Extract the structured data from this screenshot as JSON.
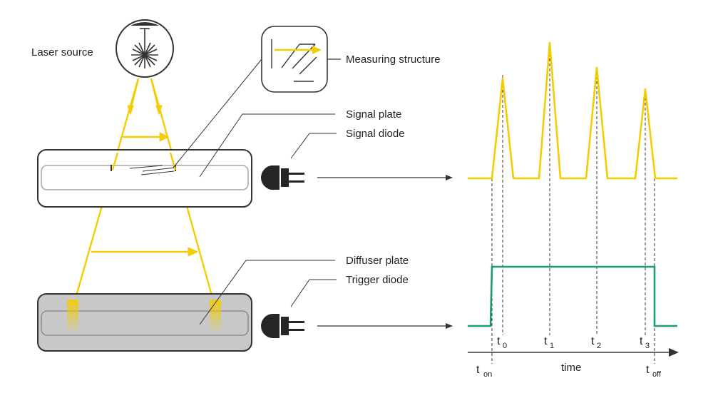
{
  "labels": {
    "laser_source": "Laser source",
    "measuring_structure": "Measuring structure",
    "signal_plate": "Signal plate",
    "signal_diode": "Signal diode",
    "diffuser_plate": "Diffuser plate",
    "trigger_diode": "Trigger diode"
  },
  "timeline": {
    "axis_label": "time",
    "ticks": [
      {
        "base": "t",
        "sub": "on"
      },
      {
        "base": "t",
        "sub": "0"
      },
      {
        "base": "t",
        "sub": "1"
      },
      {
        "base": "t",
        "sub": "2"
      },
      {
        "base": "t",
        "sub": "3"
      },
      {
        "base": "t",
        "sub": "off"
      }
    ]
  },
  "colors": {
    "laser_beam": "#f5cc00",
    "signal_trace": "#f5cc00",
    "trigger_trace": "#1a9a78",
    "diode": "#262626",
    "diffuser_fill": "#c8c8c8",
    "outline": "#333333"
  },
  "icons": [
    "laser-icon",
    "diode-icon",
    "arrow-icon"
  ]
}
